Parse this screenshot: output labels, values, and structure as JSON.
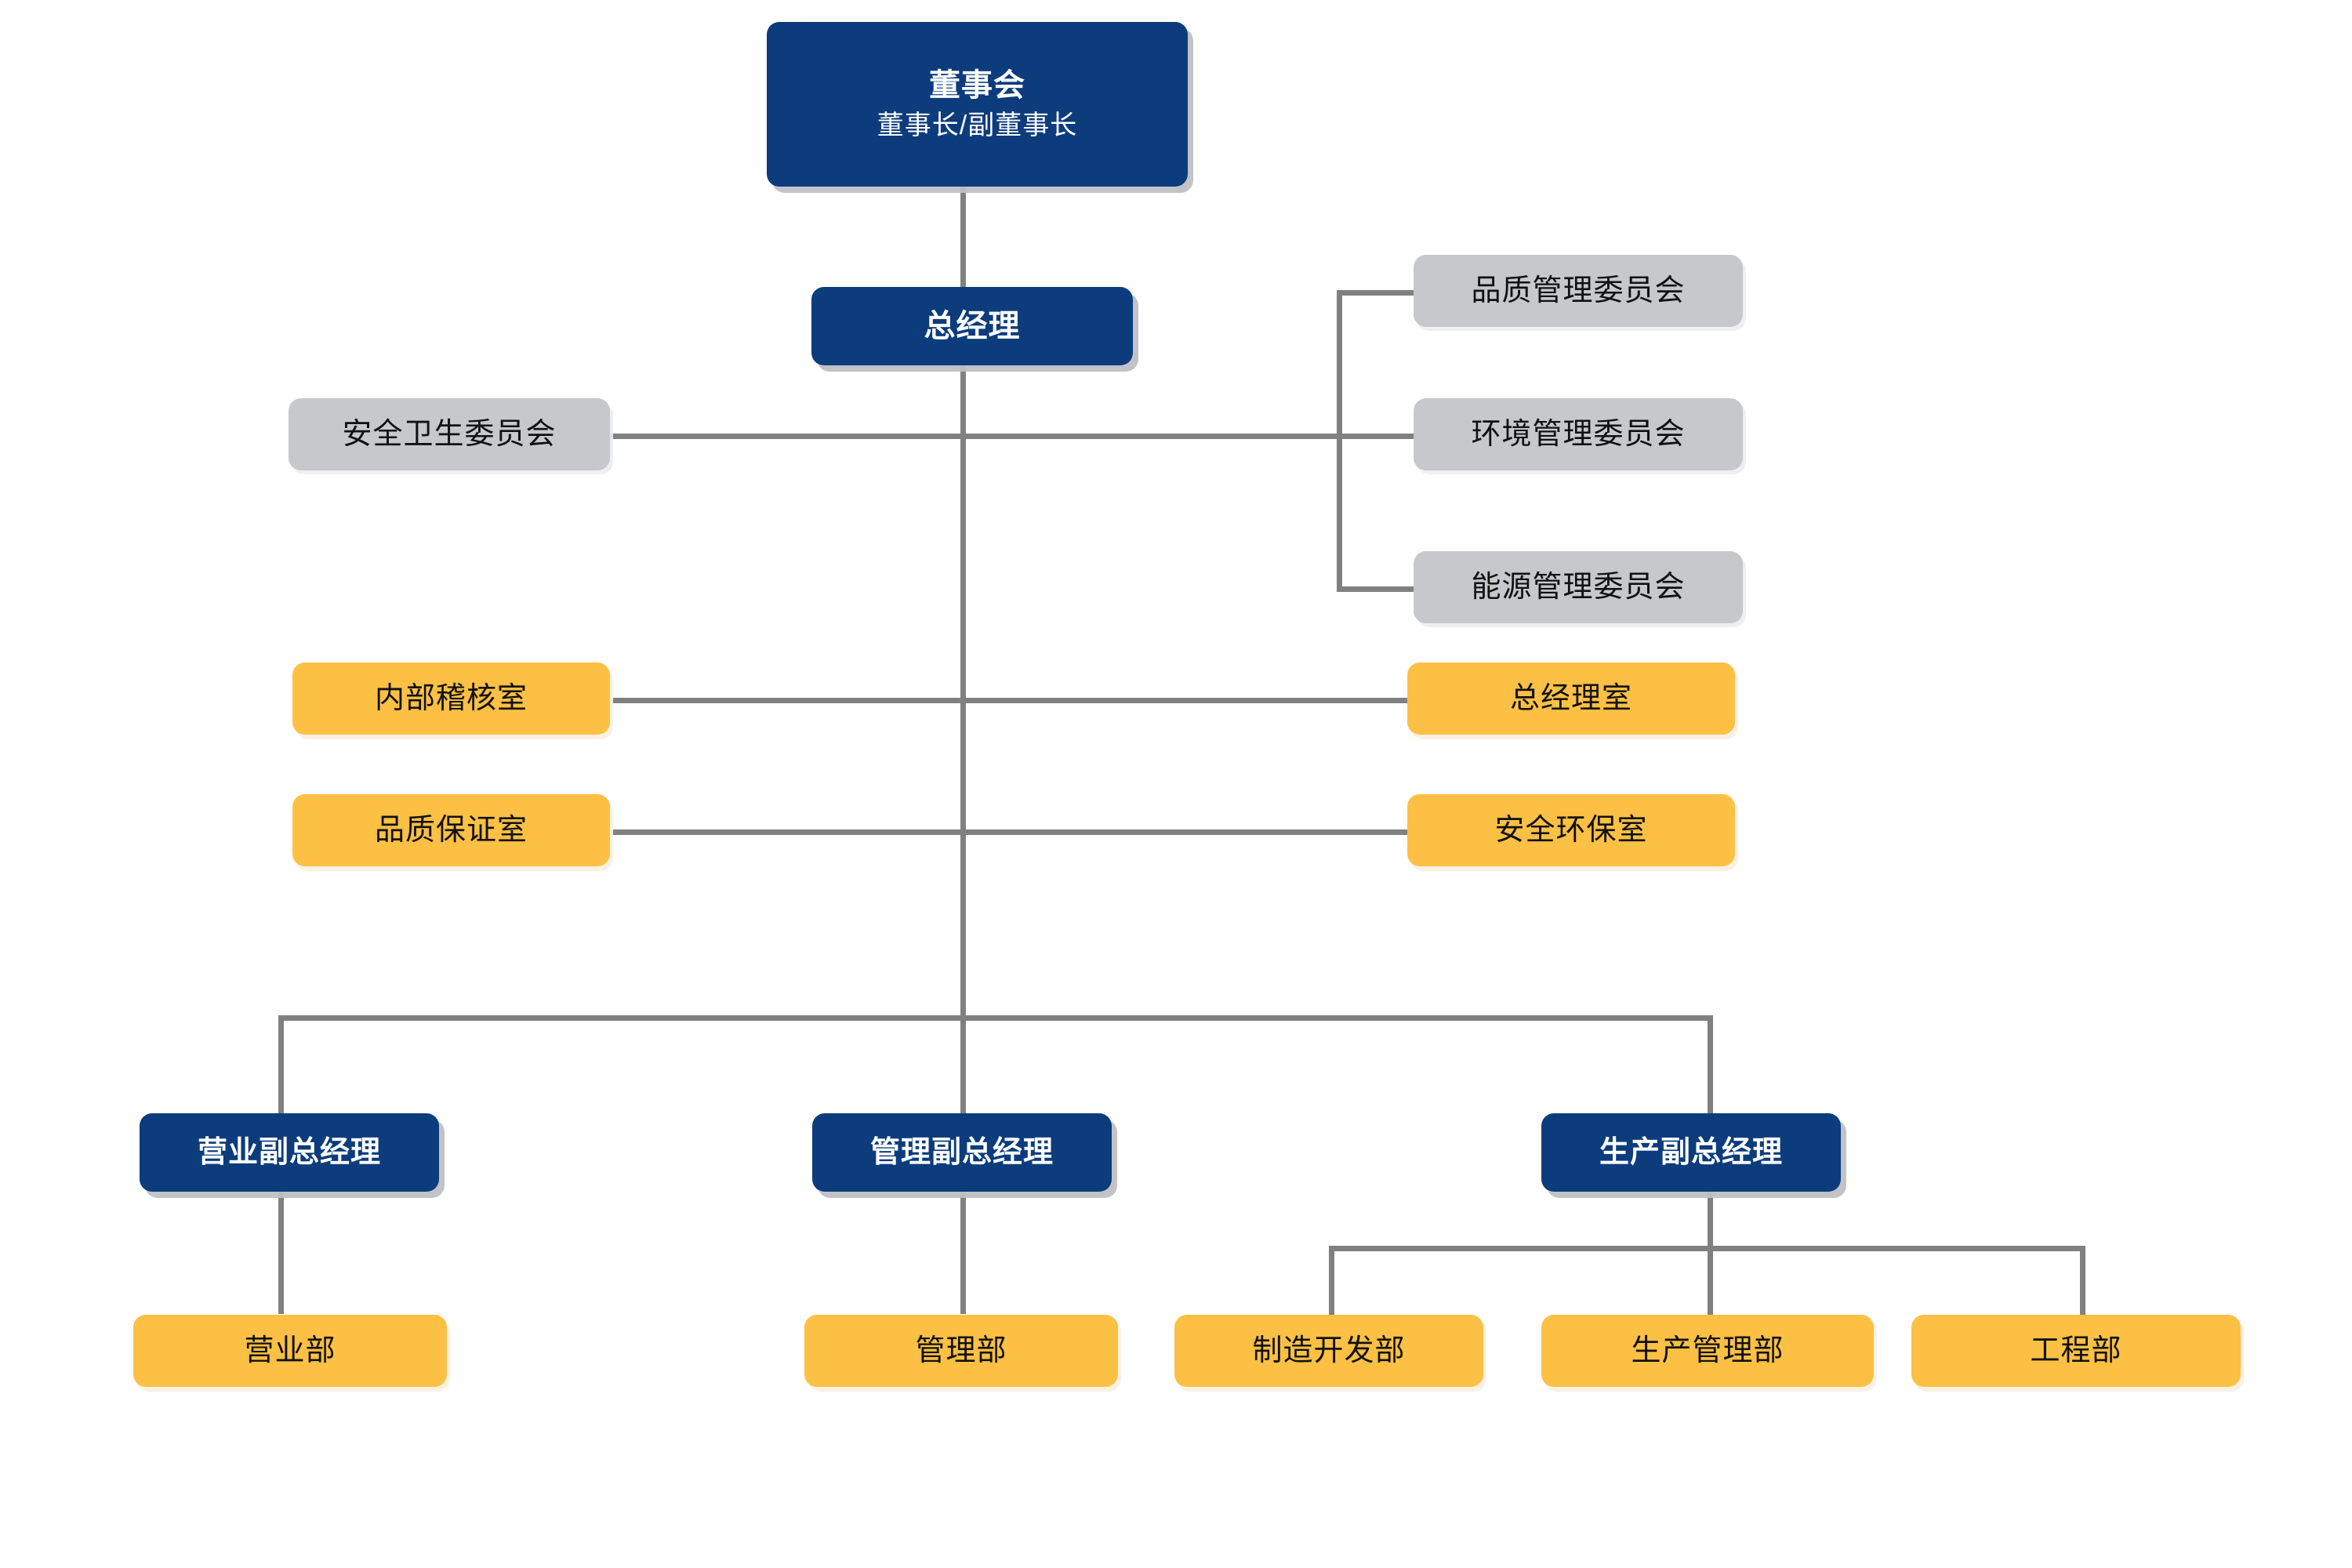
{
  "chart": {
    "type": "org-chart",
    "title": "",
    "palette": {
      "navy": "#0c3c7c",
      "gray": "#c6c8cc",
      "yellow": "#fcc044",
      "connector": "#808080",
      "background": "#ffffff"
    },
    "nodes": {
      "board": {
        "label": "董事会",
        "subtitle": "董事长/副董事长",
        "level": "executive",
        "color": "navy"
      },
      "general_manager": {
        "label": "总经理",
        "level": "executive",
        "color": "navy"
      },
      "committees_right": [
        {
          "label": "品质管理委员会",
          "color": "gray"
        },
        {
          "label": "环境管理委员会",
          "color": "gray"
        },
        {
          "label": "能源管理委员会",
          "color": "gray"
        }
      ],
      "committees_left": [
        {
          "label": "安全卫生委员会",
          "color": "gray"
        }
      ],
      "staff_left": [
        {
          "label": "内部稽核室",
          "color": "yellow"
        },
        {
          "label": "品质保证室",
          "color": "yellow"
        }
      ],
      "staff_right": [
        {
          "label": "总经理室",
          "color": "yellow"
        },
        {
          "label": "安全环保室",
          "color": "yellow"
        }
      ],
      "vice_presidents": [
        {
          "label": "营业副总经理",
          "color": "navy"
        },
        {
          "label": "管理副总经理",
          "color": "navy"
        },
        {
          "label": "生产副总经理",
          "color": "navy"
        }
      ],
      "departments": [
        {
          "label": "营业部",
          "color": "yellow",
          "parent": "营业副总经理"
        },
        {
          "label": "管理部",
          "color": "yellow",
          "parent": "管理副总经理"
        },
        {
          "label": "制造开发部",
          "color": "yellow",
          "parent": "生产副总经理"
        },
        {
          "label": "生产管理部",
          "color": "yellow",
          "parent": "生产副总经理"
        },
        {
          "label": "工程部",
          "color": "yellow",
          "parent": "生产副总经理"
        }
      ]
    }
  }
}
